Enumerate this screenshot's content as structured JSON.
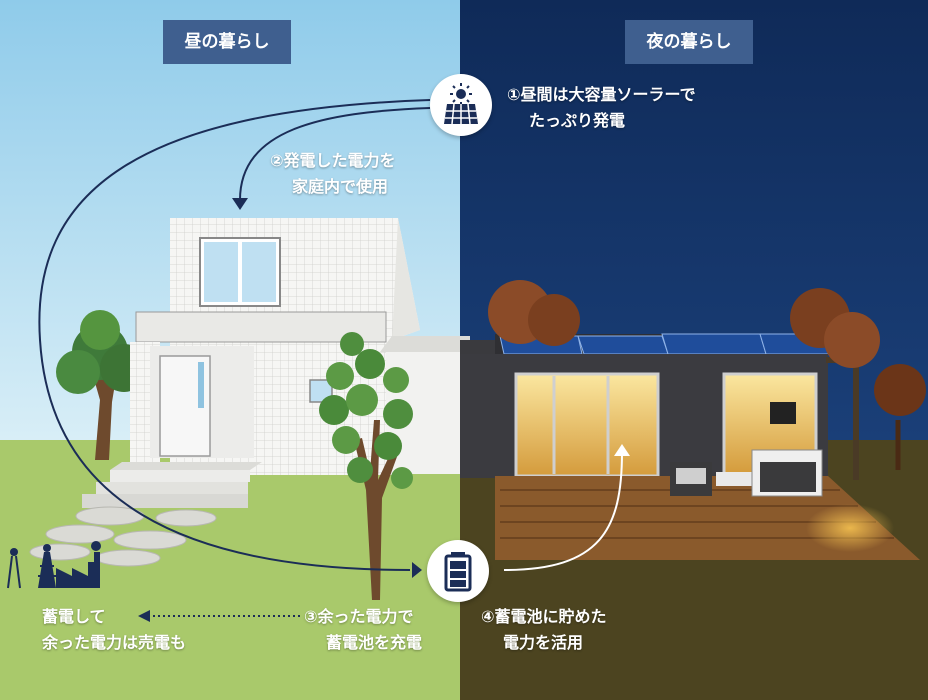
{
  "tabs": {
    "day": "昼の暮らし",
    "night": "夜の暮らし"
  },
  "steps": {
    "step1": {
      "line1": "①昼間は大容量ソーラーで",
      "line2": "たっぷり発電"
    },
    "step2": {
      "line1": "②発電した電力を",
      "line2": "家庭内で使用"
    },
    "step3": {
      "line1": "③余った電力で",
      "line2": "蓄電池を充電"
    },
    "step4": {
      "line1": "④蓄電池に貯めた",
      "line2": "電力を活用"
    },
    "sell": {
      "line1": "蓄電して",
      "line2": "余った電力は売電も"
    }
  },
  "icons": {
    "solar": "solar-panel-icon",
    "battery": "battery-icon",
    "factory": "power-plant-icon"
  },
  "colors": {
    "sky_day": "#8cc9ea",
    "sky_night": "#123163",
    "grass_day": "#a8c96a",
    "ground_night": "#4d4420",
    "accent_navy": "#1b2d57",
    "tag_bg": "#3f5f8f"
  }
}
